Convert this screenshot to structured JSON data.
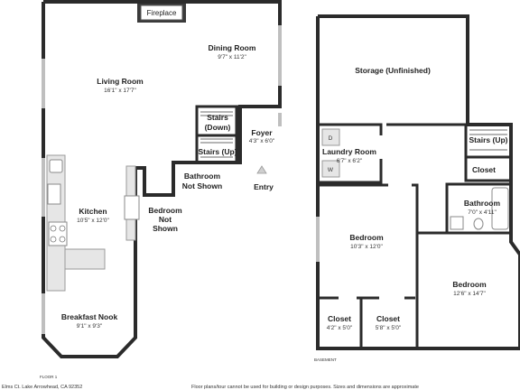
{
  "floor1": {
    "label": "FLOOR 1",
    "rooms": {
      "fireplace": "Fireplace",
      "dining": {
        "name": "Dining Room",
        "dims": "9'7\" x 11'2\""
      },
      "living": {
        "name": "Living Room",
        "dims": "16'1\" x 17'7\""
      },
      "stairs_down": {
        "line1": "Stairs",
        "line2": "(Down)"
      },
      "foyer": {
        "name": "Foyer",
        "dims": "4'3\" x 6'0\""
      },
      "stairs_up": "Stairs (Up)",
      "bathroom_ns": {
        "line1": "Bathroom",
        "line2": "Not Shown"
      },
      "entry": "Entry",
      "kitchen": {
        "name": "Kitchen",
        "dims": "10'5\" x 12'0\""
      },
      "bedroom_ns": {
        "line1": "Bedroom",
        "line2": "Not",
        "line3": "Shown"
      },
      "breakfast": {
        "name": "Breakfast Nook",
        "dims": "9'1\" x 9'3\""
      }
    }
  },
  "basement": {
    "label": "BASEMENT",
    "rooms": {
      "storage": "Storage (Unfinished)",
      "laundry": {
        "name": "Laundry Room",
        "dims": "6'7\" x 6'2\""
      },
      "dryer_letter": "D",
      "washer_letter": "W",
      "stairs_up": "Stairs (Up)",
      "closet_right": "Closet",
      "bathroom": {
        "name": "Bathroom",
        "dims": "7'0\" x 4'11\""
      },
      "bedroom_left": {
        "name": "Bedroom",
        "dims": "10'3\" x 12'0\""
      },
      "bedroom_right": {
        "name": "Bedroom",
        "dims": "12'6\" x 14'7\""
      },
      "closet_a": {
        "name": "Closet",
        "dims": "4'2\" x 5'0\""
      },
      "closet_b": {
        "name": "Closet",
        "dims": "5'8\" x 5'0\""
      }
    }
  },
  "footer": {
    "address": "Elms Ct. Lake Arrowhead, CA 92352",
    "disclaimer": "Floor plans/tour cannot be used for building or design purposes. Sizes and dimensions are approximate"
  }
}
